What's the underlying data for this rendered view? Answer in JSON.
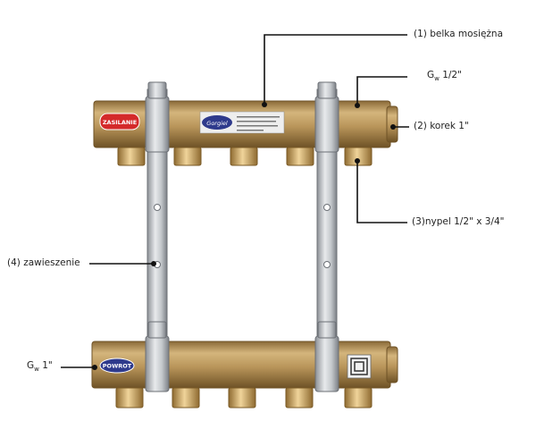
{
  "labels": {
    "beam": "(1) belka mosiężna",
    "thread_top": "G",
    "thread_top_sub": "w",
    "thread_top_size": " 1/2\"",
    "plug": "(2) korek 1\"",
    "nipple": "(3)nypel 1/2\" x 3/4\"",
    "bracket": "(4) zawieszenie",
    "thread_bottom": "G",
    "thread_bottom_sub": "w",
    "thread_bottom_size": " 1\""
  },
  "badges": {
    "supply": "ZASILANIE",
    "return": "POWROT",
    "brand": "Gorgiel"
  },
  "colors": {
    "brass": "#b9955a",
    "badge_red": "#d42a2a",
    "badge_blue": "#2e3a8c"
  }
}
